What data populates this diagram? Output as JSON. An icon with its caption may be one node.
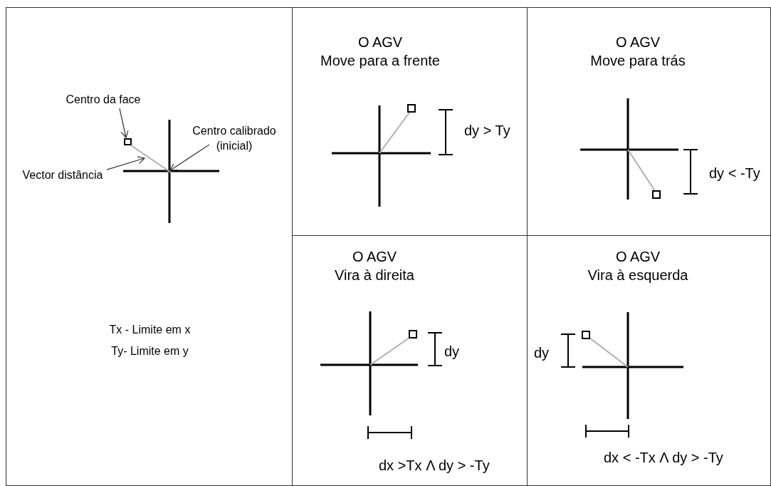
{
  "diagram": {
    "nodes": [
      {
        "text": [
          "Tx - Limite em x",
          "Ty- Limite em y"
        ]
      },
      {
        "text": [
          "Centro da face"
        ],
        "in": 0
      },
      {
        "text": [],
        "shape": "box",
        "in": 0
      },
      {
        "text": [
          "Centro calibrado (inicial)"
        ],
        "in": 0
      },
      {
        "text": [
          "Vector distância"
        ],
        "in": 0
      },
      {
        "text": [],
        "shape": "line",
        "in": 0
      },
      {
        "text": [
          "O AGV",
          "Move para a frente"
        ]
      },
      {
        "text": [
          "O AGV",
          "Move para trás"
        ]
      },
      {
        "text": [
          "O AGV",
          "Vira à direita"
        ]
      },
      {
        "text": [
          "O AGV",
          "Vira à esquerda"
        ]
      }
    ],
    "edges": [
      {
        "from": 1,
        "to": 2,
        "arrow": "to"
      },
      {
        "from": 3,
        "to": 5,
        "arrow": "to"
      },
      {
        "from": 4,
        "to": 5,
        "arrow": "to"
      }
    ],
    "labels": [
      "dy > Ty",
      "dy < -Ty",
      "dy",
      "dx >Tx Λ dy > -Ty",
      "dy",
      "dx < -Tx Λ dy > -Ty"
    ]
  }
}
